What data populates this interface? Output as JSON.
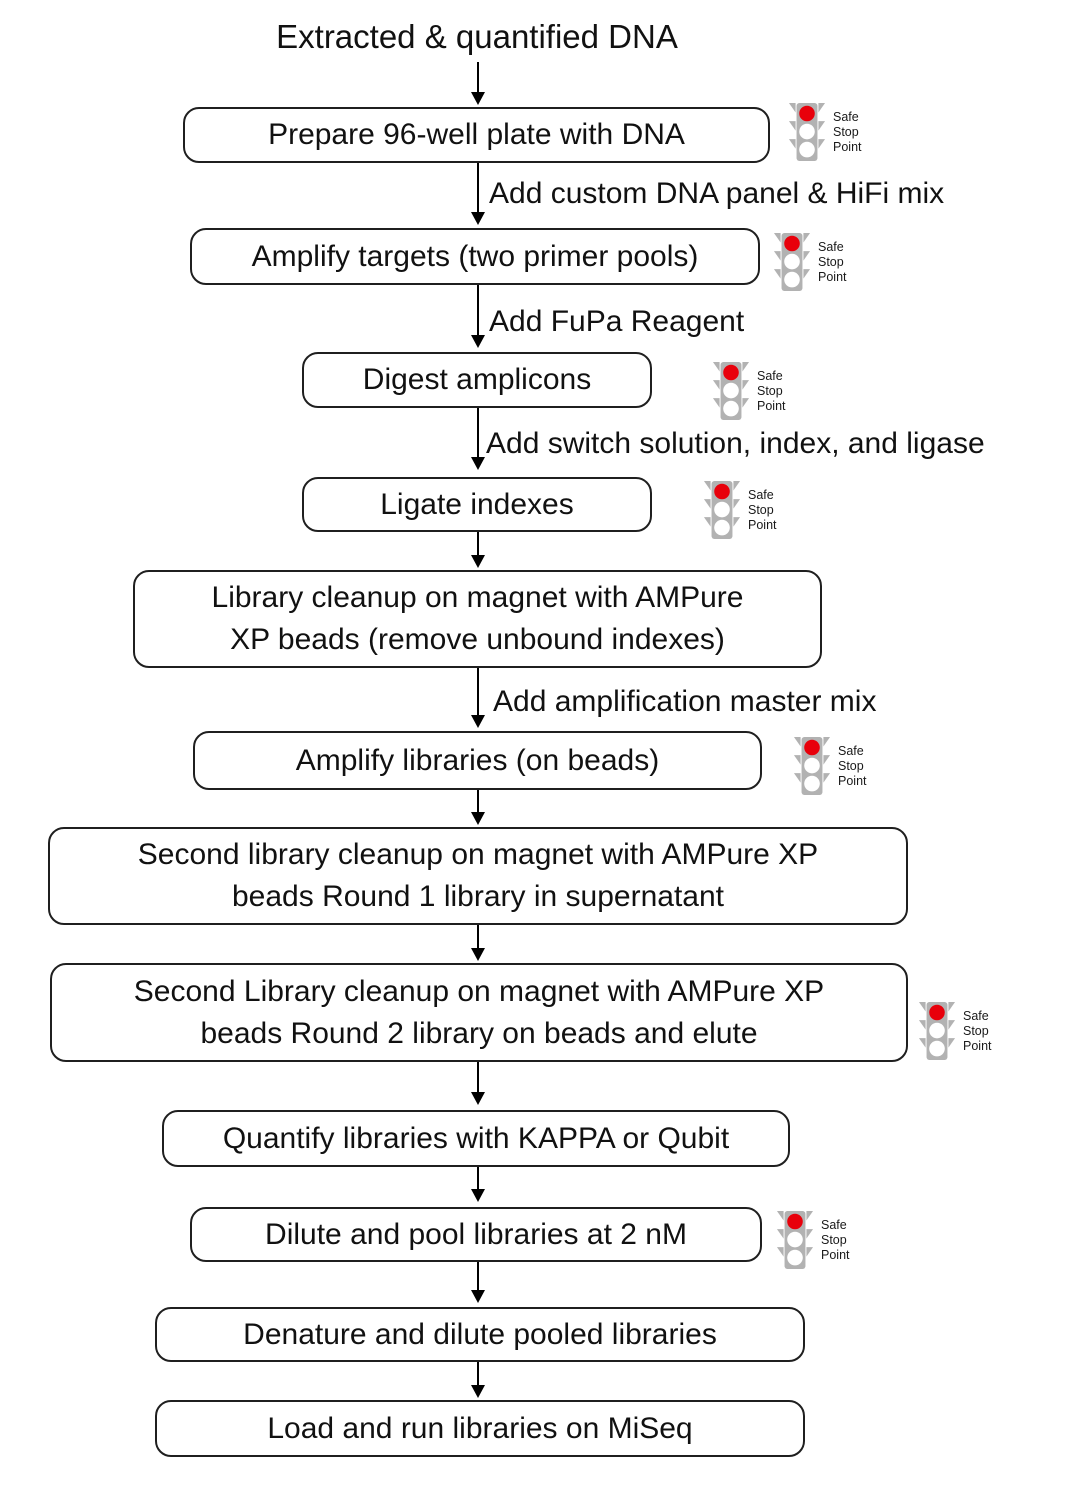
{
  "flow_title": "Extracted & quantified DNA",
  "safe_stop_label": {
    "line1": "Safe",
    "line2": "Stop",
    "line3": "Point"
  },
  "colors": {
    "stoplight_red": "#e8000b",
    "stoplight_gray": "#b2b2b2",
    "box_border": "#1f1f1f",
    "arrow_black": "#000000"
  },
  "steps": [
    {
      "name": "prepare-plate",
      "lines": [
        "Prepare 96-well plate with DNA"
      ],
      "safe_stop_point": true,
      "arrow_label": "Add custom DNA panel & HiFi mix"
    },
    {
      "name": "amplify-targets",
      "lines": [
        "Amplify targets (two primer pools)"
      ],
      "safe_stop_point": true,
      "arrow_label": "Add FuPa Reagent"
    },
    {
      "name": "digest-amplicons",
      "lines": [
        "Digest amplicons"
      ],
      "safe_stop_point": true,
      "arrow_label": "Add switch solution, index, and ligase"
    },
    {
      "name": "ligate-indexes",
      "lines": [
        "Ligate indexes"
      ],
      "safe_stop_point": true,
      "arrow_label": ""
    },
    {
      "name": "library-cleanup",
      "lines": [
        "Library cleanup on magnet with AMPure",
        "XP beads (remove unbound indexes)"
      ],
      "safe_stop_point": false,
      "arrow_label": "Add amplification master mix"
    },
    {
      "name": "amplify-libraries",
      "lines": [
        "Amplify libraries (on beads)"
      ],
      "safe_stop_point": true,
      "arrow_label": ""
    },
    {
      "name": "second-cleanup-round-1",
      "lines": [
        "Second library cleanup on magnet with AMPure XP",
        "beads Round 1 library in supernatant"
      ],
      "safe_stop_point": false,
      "arrow_label": ""
    },
    {
      "name": "second-cleanup-round-2",
      "lines": [
        "Second Library cleanup on magnet with AMPure XP",
        "beads Round 2 library on beads and elute"
      ],
      "safe_stop_point": true,
      "arrow_label": ""
    },
    {
      "name": "quantify-libraries",
      "lines": [
        "Quantify libraries with KAPPA or Qubit"
      ],
      "safe_stop_point": false,
      "arrow_label": ""
    },
    {
      "name": "dilute-pool-libraries",
      "lines": [
        "Dilute and pool libraries at 2 nM"
      ],
      "safe_stop_point": true,
      "arrow_label": ""
    },
    {
      "name": "denature-dilute",
      "lines": [
        "Denature and dilute pooled libraries"
      ],
      "safe_stop_point": false,
      "arrow_label": ""
    },
    {
      "name": "load-run-miseq",
      "lines": [
        "Load and run libraries on MiSeq"
      ],
      "safe_stop_point": false,
      "arrow_label": ""
    }
  ]
}
